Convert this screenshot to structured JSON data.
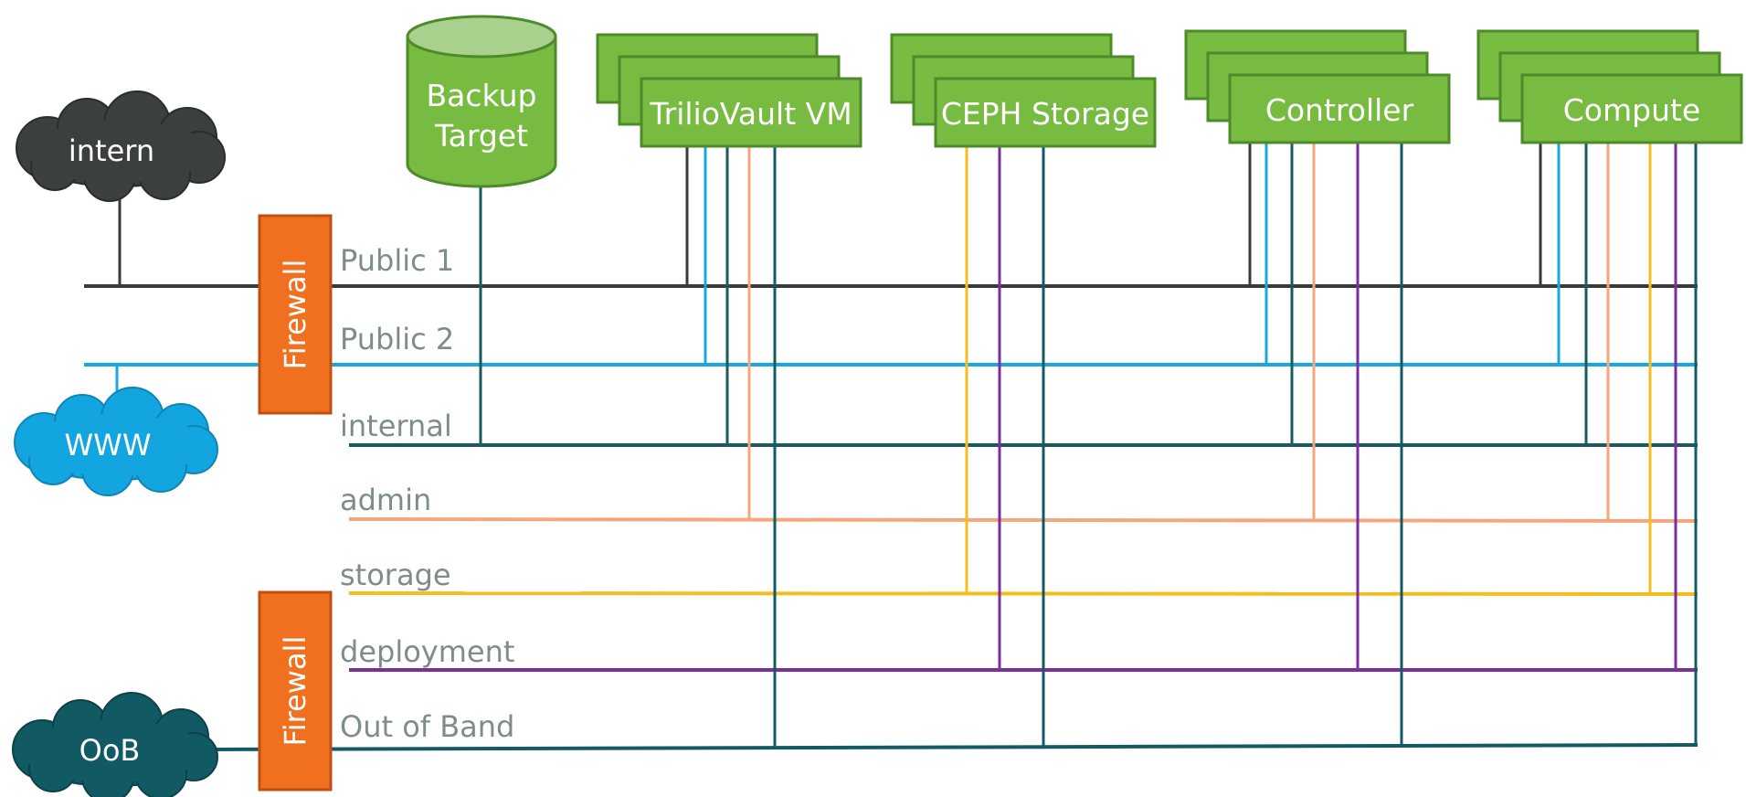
{
  "colors": {
    "public1": "#3a3a3a",
    "public2": "#1aa7e0",
    "internal": "#1a5a60",
    "admin": "#f4a77f",
    "storage": "#f5be1e",
    "deployment": "#7a2ea0",
    "oob": "#145a64",
    "node_fill": "#77bb41",
    "node_border": "#4e8a2a",
    "firewall_fill": "#f07020",
    "firewall_border": "#c05010",
    "cloud_intern": "#3b3f3d",
    "cloud_www": "#13a5df",
    "cloud_oob": "#125a63"
  },
  "networks": {
    "public1": "Public 1",
    "public2": "Public 2",
    "internal": "internal",
    "admin": "admin",
    "storage": "storage",
    "deployment": "deployment",
    "oob": "Out of Band"
  },
  "clouds": {
    "intern": "intern",
    "www": "WWW",
    "oob": "OoB"
  },
  "firewalls": {
    "top": "Firewall",
    "bottom": "Firewall"
  },
  "backup": {
    "line1": "Backup",
    "line2": "Target"
  },
  "nodes": {
    "triliovault": "TrilioVault VM",
    "ceph": "CEPH Storage",
    "controller": "Controller",
    "compute": "Compute"
  }
}
